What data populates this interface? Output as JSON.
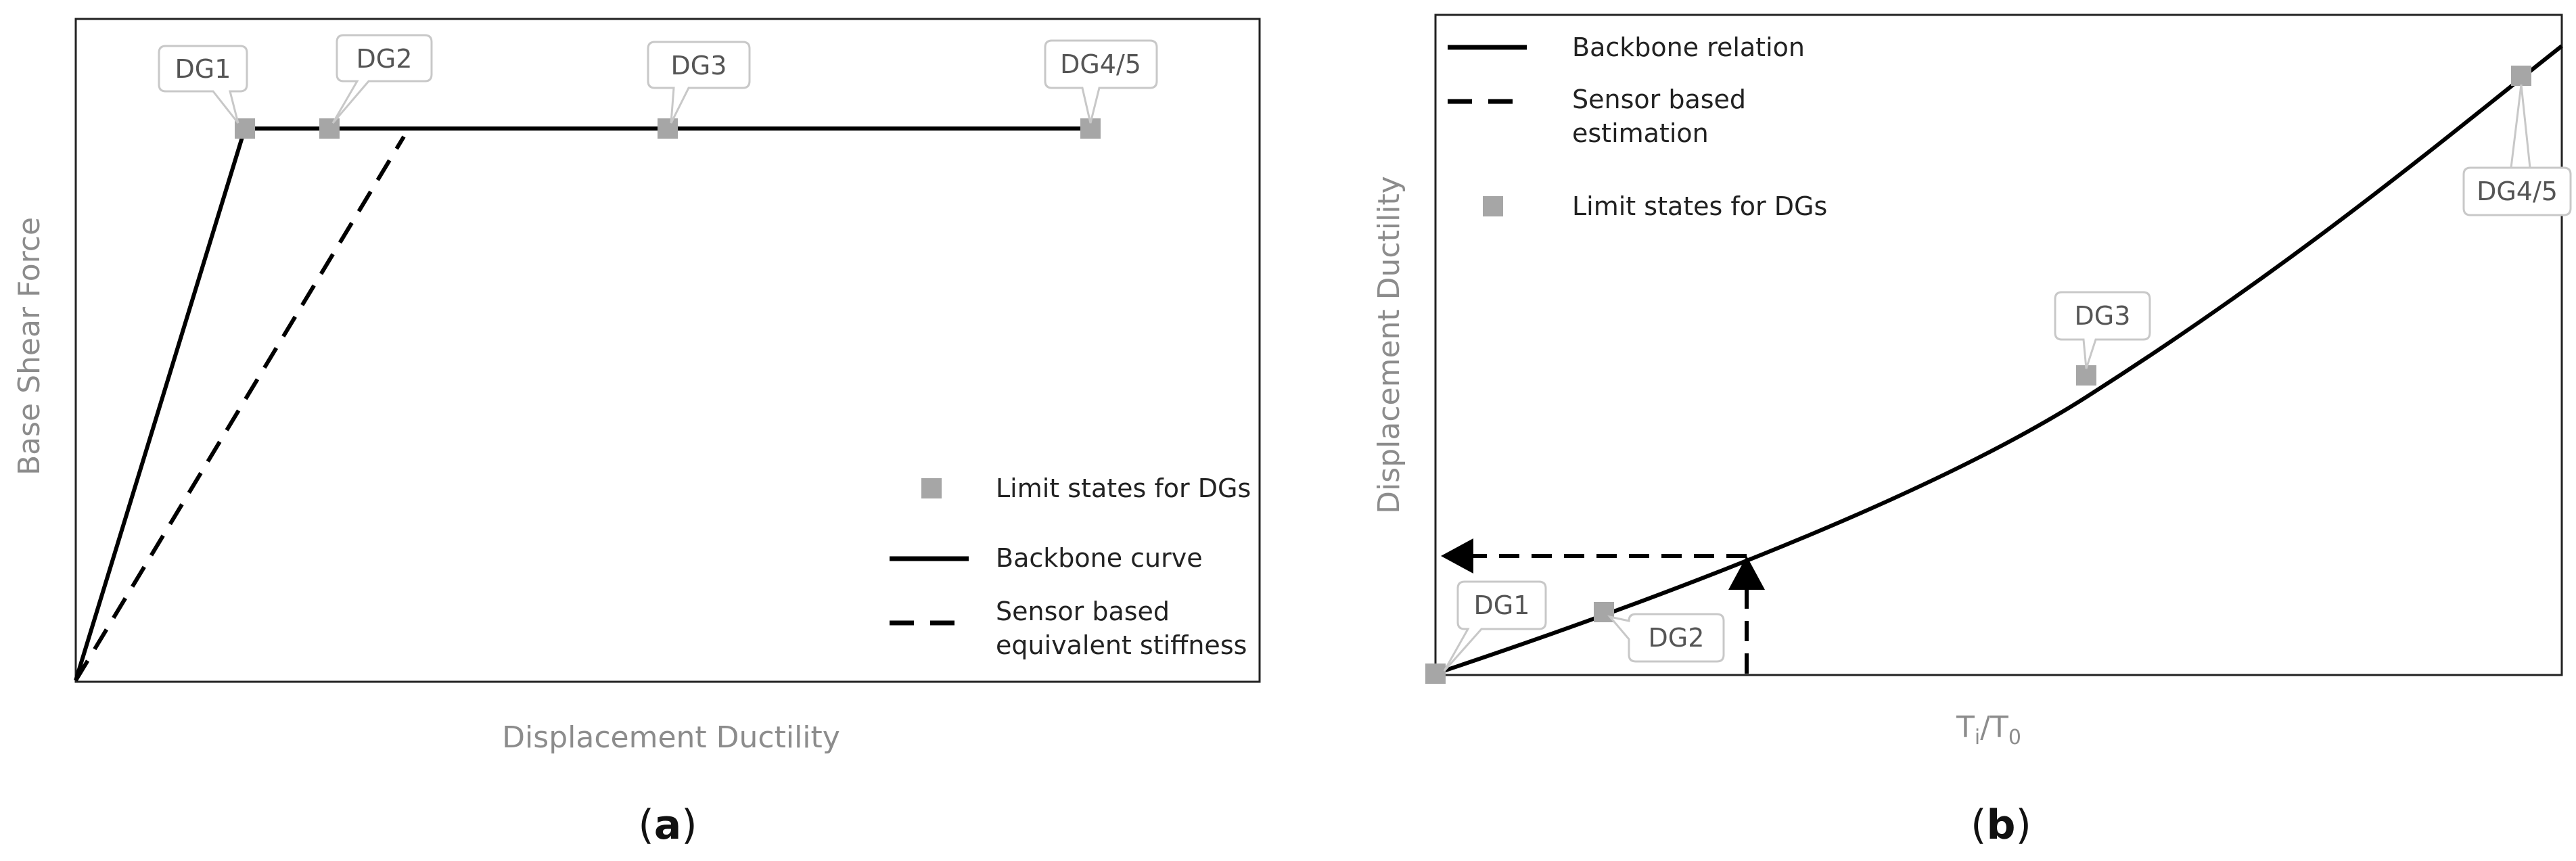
{
  "colors": {
    "frame": "#222222",
    "curve": "#000000",
    "marker": "#a6a6a6",
    "axis_title": "#8c8c8c",
    "tag_border": "#c8c8c8"
  },
  "panel_a": {
    "caption_paren_open": "(",
    "caption_letter": "a",
    "caption_paren_close": ")",
    "x_axis_title": "Displacement Ductility",
    "y_axis_title": "Base Shear Force",
    "damage_tags": [
      "DG1",
      "DG2",
      "DG3",
      "DG4/5"
    ],
    "legend": {
      "markers": "Limit states for DGs",
      "solid": "Backbone curve",
      "dashed_line1": "Sensor based",
      "dashed_line2": "equivalent stiffness"
    }
  },
  "panel_b": {
    "caption_paren_open": "(",
    "caption_letter": "b",
    "caption_paren_close": ")",
    "x_axis_title_t1": "T",
    "x_axis_title_sub1": "i",
    "x_axis_title_slash": "/T",
    "x_axis_title_sub2": "0",
    "y_axis_title": "Displacement Ductility",
    "damage_tags": [
      "DG1",
      "DG2",
      "DG3",
      "DG4/5"
    ],
    "legend": {
      "solid": "Backbone relation",
      "dashed_line1": "Sensor based",
      "dashed_line2": "estimation",
      "markers": "Limit states for DGs"
    }
  }
}
